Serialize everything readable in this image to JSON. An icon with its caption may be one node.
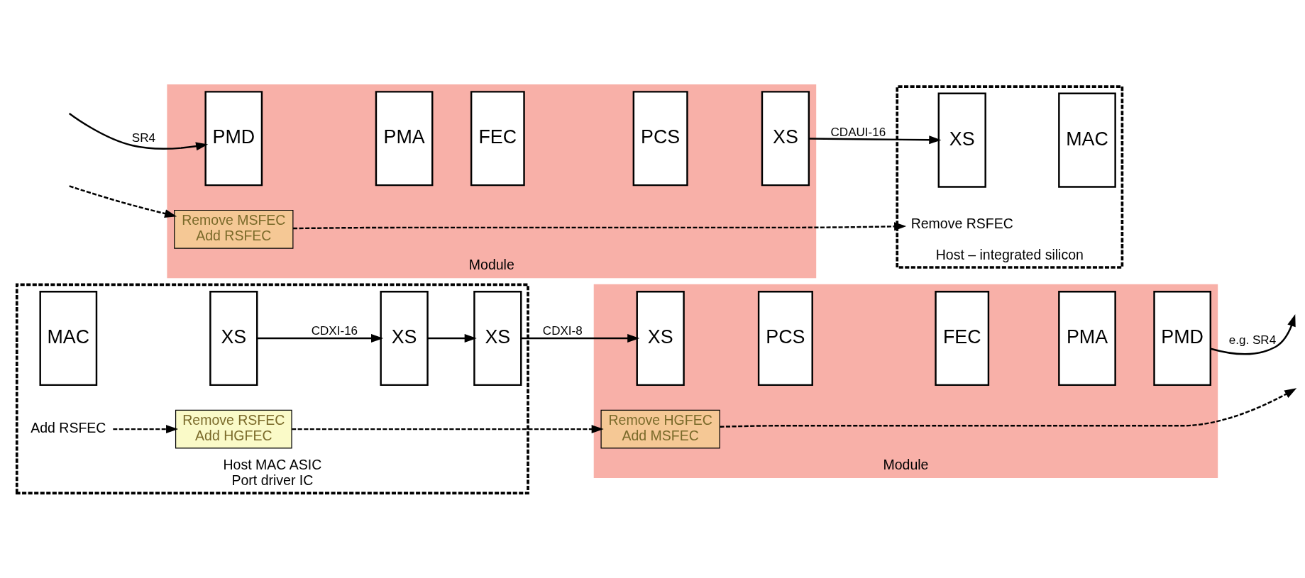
{
  "diagram": {
    "nodes": [
      {
        "text": [
          "Host MAC ASIC",
          "Port driver IC"
        ]
      },
      {
        "text": [
          "MAC"
        ],
        "in": 0
      },
      {
        "text": [
          "XS"
        ],
        "in": 0
      },
      {
        "text": [
          "XS"
        ],
        "in": 0
      },
      {
        "text": [
          "XS"
        ],
        "in": 0
      },
      {
        "text": [
          "Add RSFEC"
        ],
        "in": 0
      },
      {
        "text": [
          "Remove RSFEC",
          "Add HGFEC"
        ],
        "in": 0
      },
      {
        "text": [
          "Module"
        ]
      },
      {
        "text": [
          "XS"
        ],
        "in": 7
      },
      {
        "text": [
          "PCS"
        ],
        "in": 7
      },
      {
        "text": [
          "FEC"
        ],
        "in": 7
      },
      {
        "text": [
          "PMA"
        ],
        "in": 7
      },
      {
        "text": [
          "PMD"
        ],
        "in": 7
      },
      {
        "text": [
          "Remove HGFEC",
          "Add MSFEC"
        ],
        "in": 7
      },
      {
        "text": [
          "Module"
        ]
      },
      {
        "text": [
          "PMD"
        ],
        "in": 14
      },
      {
        "text": [
          "PMA"
        ],
        "in": 14
      },
      {
        "text": [
          "FEC"
        ],
        "in": 14
      },
      {
        "text": [
          "PCS"
        ],
        "in": 14
      },
      {
        "text": [
          "XS"
        ],
        "in": 14
      },
      {
        "text": [
          "Remove MSFEC",
          "Add RSFEC"
        ],
        "in": 14
      },
      {
        "text": [
          "Host – integrated silicon"
        ]
      },
      {
        "text": [
          "XS"
        ],
        "in": 21
      },
      {
        "text": [
          "MAC"
        ],
        "in": 21
      },
      {
        "text": [
          "Remove RSFEC"
        ],
        "in": 21
      }
    ],
    "edges": [
      {
        "from": 2,
        "to": 3,
        "arrow": "to",
        "label": "CDXI-16"
      },
      {
        "from": 3,
        "to": 4,
        "arrow": "to"
      },
      {
        "from": 4,
        "to": 8,
        "arrow": "to",
        "label": "CDXI-8"
      },
      {
        "from": 12,
        "to": null,
        "arrow": "to",
        "label": "e.g. SR4"
      },
      {
        "from": 5,
        "to": 6,
        "arrow": "to",
        "style": "dashed"
      },
      {
        "from": 6,
        "to": 13,
        "arrow": "to",
        "style": "dashed"
      },
      {
        "from": 13,
        "to": null,
        "arrow": "to",
        "style": "dashed"
      },
      {
        "from": null,
        "to": 15,
        "arrow": "to",
        "label": "SR4"
      },
      {
        "from": 19,
        "to": 22,
        "arrow": "to",
        "label": "CDAUI-16"
      },
      {
        "from": null,
        "to": 20,
        "arrow": "to",
        "style": "dashed"
      },
      {
        "from": 20,
        "to": 24,
        "arrow": "to",
        "style": "dashed"
      }
    ]
  }
}
